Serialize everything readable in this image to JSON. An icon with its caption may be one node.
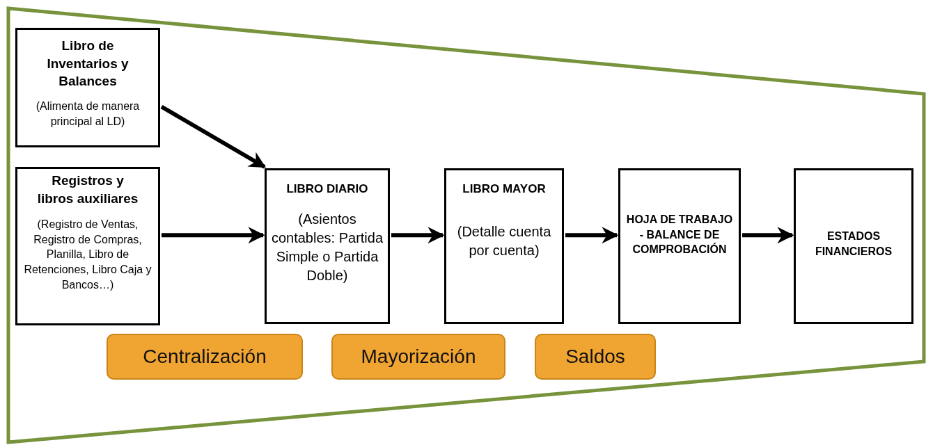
{
  "diagram": {
    "nodes": [
      {
        "text": [
          "Libro de Inventarios y Balances",
          "(Alimenta de manera principal al LD)"
        ]
      },
      {
        "text": [
          "Registros y libros auxiliares",
          "(Registro de Ventas, Registro de Compras, Planilla, Libro de Retenciones, Libro Caja y Bancos…)"
        ]
      },
      {
        "text": [
          "LIBRO DIARIO",
          "(Asientos contables: Partida Simple o Partida Doble)"
        ]
      },
      {
        "text": [
          "LIBRO MAYOR",
          "(Detalle cuenta por cuenta)"
        ]
      },
      {
        "text": [
          "HOJA DE TRABAJO - BALANCE DE COMPROBACIÓN"
        ]
      },
      {
        "text": [
          "ESTADOS FINANCIEROS"
        ]
      },
      {
        "text": [
          "Centralización"
        ]
      },
      {
        "text": [
          "Mayorización"
        ]
      },
      {
        "text": [
          "Saldos"
        ]
      }
    ],
    "edges": [
      {
        "from": 0,
        "to": 2,
        "arrow": "to"
      },
      {
        "from": 1,
        "to": 2,
        "arrow": "to"
      },
      {
        "from": 2,
        "to": 3,
        "arrow": "to"
      },
      {
        "from": 3,
        "to": 4,
        "arrow": "to"
      },
      {
        "from": 4,
        "to": 5,
        "arrow": "to"
      }
    ]
  }
}
